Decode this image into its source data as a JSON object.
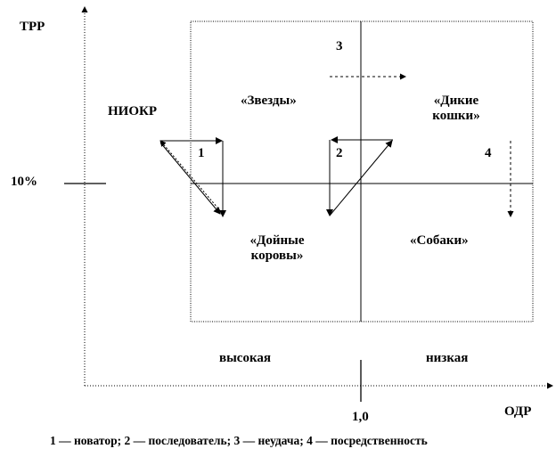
{
  "axes": {
    "y_label": "ТРР",
    "x_label": "ОДР",
    "y_tick_label": "10%",
    "x_tick_label": "1,0"
  },
  "quadrants": {
    "stars": "«Звезды»",
    "wildcats_line1": "«Дикие",
    "wildcats_line2": "кошки»",
    "cows_line1": "«Дойные",
    "cows_line2": "коровы»",
    "dogs": "«Собаки»"
  },
  "rnd_label": "НИОКР",
  "share_labels": {
    "high": "высокая",
    "low": "низкая"
  },
  "path_numbers": {
    "p1": "1",
    "p2": "2",
    "p3": "3",
    "p4": "4"
  },
  "legend": "1 — новатор; 2 — последователь; 3 — неудача; 4 — посредственность"
}
